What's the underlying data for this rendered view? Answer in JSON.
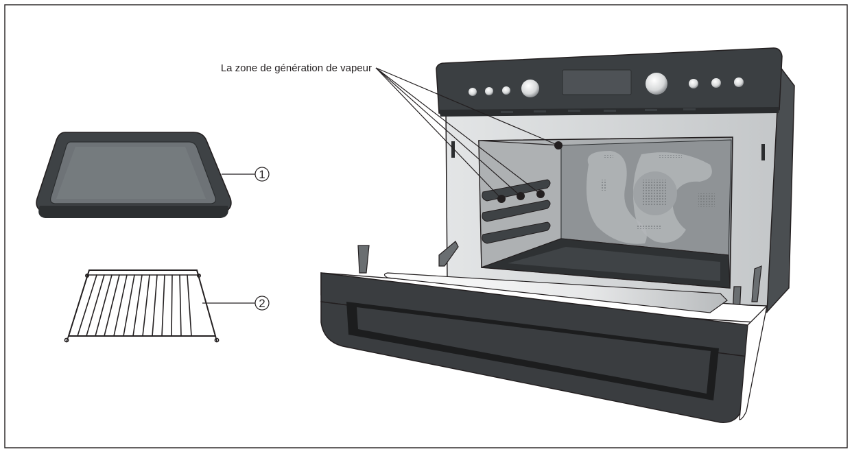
{
  "annotation": {
    "steam_zone_label": "La zone de génération de vapeur"
  },
  "accessories": [
    {
      "number": "1",
      "icon": "baking-tray-icon"
    },
    {
      "number": "2",
      "icon": "wire-rack-icon"
    }
  ],
  "colors": {
    "frame": "#231f20",
    "dark_panel": "#3a3d40",
    "cavity_light": "#c9ccce",
    "cavity_mid": "#9fa3a6",
    "cavity_dark": "#2e3133",
    "interior_wall": "#d8dadb"
  }
}
